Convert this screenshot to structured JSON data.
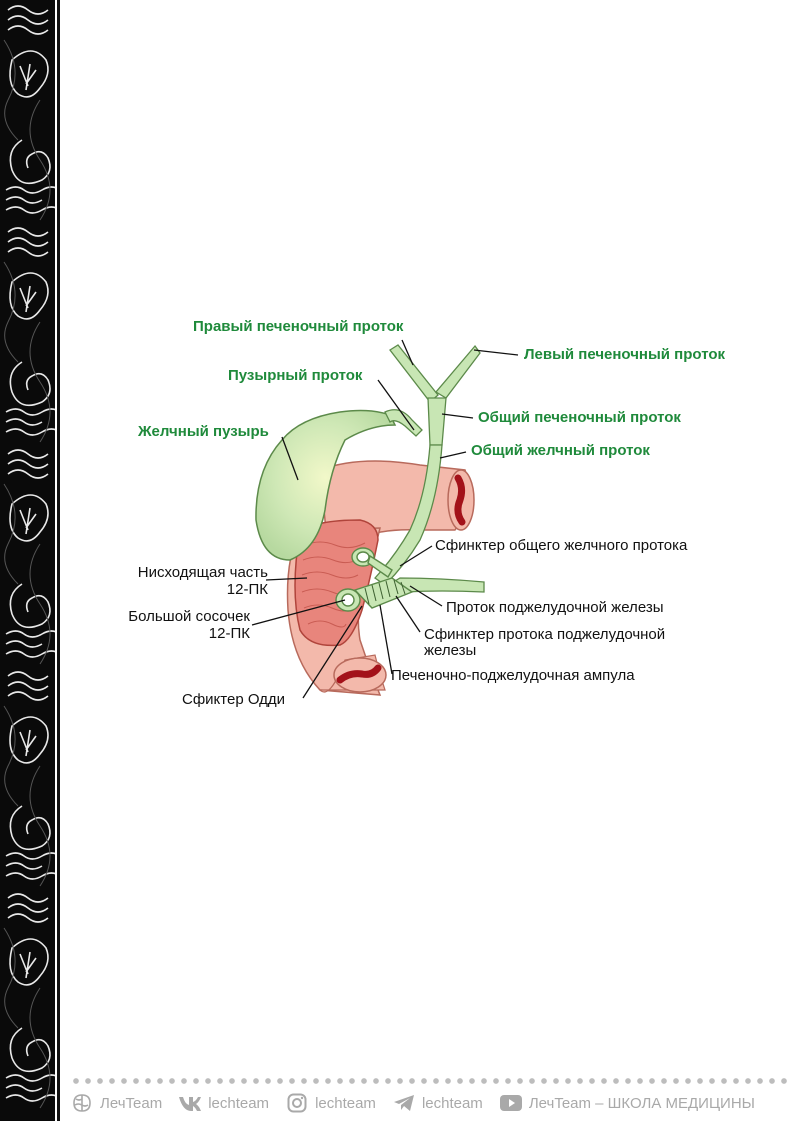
{
  "labels": {
    "right_hepatic": "Правый печеночный проток",
    "left_hepatic": "Левый печеночный проток",
    "cystic": "Пузырный проток",
    "common_hepatic": "Общий печеночный проток",
    "gallbladder": "Желчный пузырь",
    "common_bile": "Общий желчный проток",
    "cbd_sphincter": "Сфинктер общего желчного протока",
    "descending_line1": "Нисходящая часть",
    "descending_line2": "12-ПК",
    "pancreatic_duct": "Проток поджелудочной железы",
    "papilla_line1": "Большой сосочек",
    "papilla_line2": "12-ПК",
    "pancreatic_sphincter_line1": "Сфинктер протока поджелудочной",
    "pancreatic_sphincter_line2": "железы",
    "ampulla": "Печеночно-поджелудочная ампула",
    "oddi": "Сфиктер Одди"
  },
  "colors": {
    "green_label": "#1f8a3b",
    "duct_fill": "#c8e6b4",
    "duct_stroke": "#5c8a4a",
    "duodenum_fill": "#f3b9ab",
    "duodenum_inner": "#e8857c",
    "lumen": "#a3121a"
  },
  "footer": {
    "brand1": "ЛечTeam",
    "vk": "lechteam",
    "instagram": "lechteam",
    "telegram": "lechteam",
    "youtube": "ЛечTeam – ШКОЛА МЕДИЦИНЫ"
  }
}
